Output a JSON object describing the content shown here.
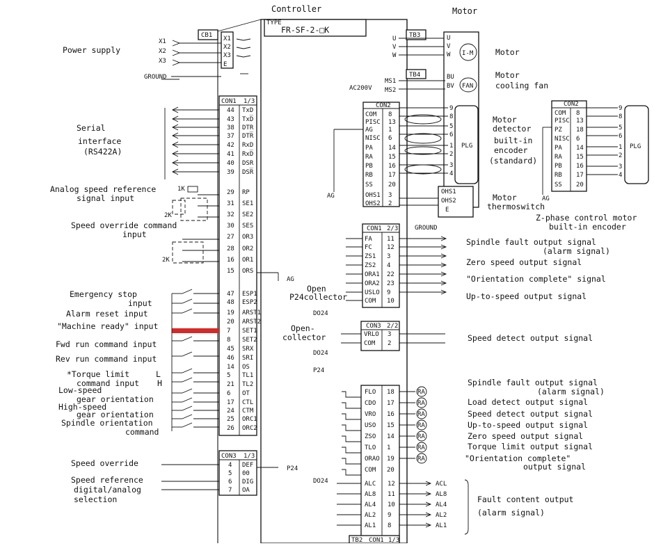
{
  "headers": {
    "controller": "Controller",
    "motor": "Motor"
  },
  "type_plate": {
    "type": "TYPE",
    "model": "FR-SF-2-□K"
  },
  "power": {
    "label": "Power supply",
    "ground": "GROUND",
    "cb1": "CB1",
    "terminals": [
      "X1",
      "X2",
      "X3"
    ],
    "outputs": [
      "X1",
      "X2",
      "X3",
      "E"
    ]
  },
  "motor_side": {
    "tb3": "TB3",
    "tb4": "TB4",
    "uvw": [
      "U",
      "V",
      "W"
    ],
    "motor_label": "Motor",
    "motor_symbol": "I-M",
    "ms": [
      "MS1",
      "MS2"
    ],
    "bu_bv": [
      "BU",
      "BV"
    ],
    "fan_symbol": "FAN",
    "ac200v": "AC200V",
    "fan_label_1": "Motor",
    "fan_label_2": "cooling fan"
  },
  "con1": {
    "title": "CON1",
    "page": "1/3",
    "rows": [
      {
        "num": "44",
        "sig": "TxD"
      },
      {
        "num": "43",
        "sig": "TxD̅"
      },
      {
        "num": "38",
        "sig": "DTR"
      },
      {
        "num": "37",
        "sig": "DTR̅"
      },
      {
        "num": "42",
        "sig": "RxD"
      },
      {
        "num": "41",
        "sig": "RxD̅"
      },
      {
        "num": "40",
        "sig": "DSR"
      },
      {
        "num": "39",
        "sig": "DSR̅"
      },
      {
        "num": "29",
        "sig": "RP"
      },
      {
        "num": "31",
        "sig": "SE1"
      },
      {
        "num": "32",
        "sig": "SE2"
      },
      {
        "num": "30",
        "sig": "SES"
      },
      {
        "num": "27",
        "sig": "OR3"
      },
      {
        "num": "28",
        "sig": "OR2"
      },
      {
        "num": "16",
        "sig": "OR1"
      },
      {
        "num": "15",
        "sig": "ORS"
      },
      {
        "num": "47",
        "sig": "ESP1"
      },
      {
        "num": "48",
        "sig": "ESP2"
      },
      {
        "num": "19",
        "sig": "ARST1"
      },
      {
        "num": "20",
        "sig": "ARST2"
      },
      {
        "num": "7",
        "sig": "SET1"
      },
      {
        "num": "8",
        "sig": "SET2"
      },
      {
        "num": "45",
        "sig": "SRX"
      },
      {
        "num": "46",
        "sig": "SRI"
      },
      {
        "num": "14",
        "sig": "OS"
      },
      {
        "num": "5",
        "sig": "TL1"
      },
      {
        "num": "21",
        "sig": "TL2"
      },
      {
        "num": "6",
        "sig": "OT"
      },
      {
        "num": "17",
        "sig": "CTL"
      },
      {
        "num": "24",
        "sig": "CTM"
      },
      {
        "num": "25",
        "sig": "ORC1"
      },
      {
        "num": "26",
        "sig": "ORC2"
      }
    ]
  },
  "con3_left": {
    "title": "CON3",
    "page": "1/3",
    "rows": [
      {
        "num": "4",
        "sig": "DEF"
      },
      {
        "num": "5",
        "sig": "00"
      },
      {
        "num": "6",
        "sig": "DIG"
      },
      {
        "num": "7",
        "sig": "OA"
      }
    ],
    "p24": "P24"
  },
  "left_labels": {
    "serial_1": "Serial",
    "serial_2": "interface",
    "serial_3": "(RS422A)",
    "analog_1": "Analog speed reference",
    "analog_2": "signal input",
    "pot_1k": "1K",
    "pot_2k": "2K",
    "override_1": "Speed override command",
    "override_2": "input",
    "pot_2k_b": "2K",
    "ag": "AG",
    "estop_1": "Emergency stop",
    "estop_2": "input",
    "alarm_reset": "Alarm reset input",
    "machine_ready": "\"Machine ready\" input",
    "fwd_run": "Fwd run command input",
    "rev_run": "Rev run command input",
    "torque_1": "*Torque limit",
    "torque_l": "L",
    "torque_2": "command input",
    "torque_h": "H",
    "lowspeed_1": "Low-speed",
    "lowspeed_2": "gear orientation",
    "highspeed_1": "High-speed",
    "highspeed_2": "gear orientation",
    "spindle_1": "Spindle orientation",
    "spindle_2": "command",
    "spd_override": "Speed override",
    "spd_ref_1": "Speed reference",
    "spd_ref_2": "digital/analog",
    "spd_ref_3": "selection"
  },
  "con2": {
    "title": "CON2",
    "rows": [
      {
        "sig": "COM",
        "num": "8"
      },
      {
        "sig": "PISC",
        "num": "13"
      },
      {
        "sig": "AG",
        "num": "1"
      },
      {
        "sig": "NISC",
        "num": "6"
      },
      {
        "sig": "PA",
        "num": "14"
      },
      {
        "sig": "RA",
        "num": "15"
      },
      {
        "sig": "PB",
        "num": "16"
      },
      {
        "sig": "RB",
        "num": "17"
      },
      {
        "sig": "SS",
        "num": "20"
      },
      {
        "sig": "OHS1",
        "num": "3"
      },
      {
        "sig": "OHS2",
        "num": "2"
      }
    ],
    "plg": "PLG",
    "plg_pins": [
      "9",
      "8",
      "5",
      "6",
      "1",
      "2",
      "3",
      "4"
    ],
    "ag": "AG",
    "ohs": [
      "OHS1",
      "OHS2",
      "E"
    ],
    "ground": "GROUND"
  },
  "motor_detector": {
    "l1": "Motor",
    "l2": "detector",
    "l3": "built-in",
    "l4": "encoder",
    "l5": "(standard)",
    "thermo_1": "Motor",
    "thermo_2": "thermoswitch"
  },
  "con2_right": {
    "title": "CON2",
    "rows": [
      {
        "sig": "COM",
        "num": "8"
      },
      {
        "sig": "PISC",
        "num": "13"
      },
      {
        "sig": "PZ",
        "num": "18"
      },
      {
        "sig": "NISC",
        "num": "6"
      },
      {
        "sig": "PA",
        "num": "14"
      },
      {
        "sig": "RA",
        "num": "15"
      },
      {
        "sig": "PB",
        "num": "16"
      },
      {
        "sig": "RB",
        "num": "17"
      },
      {
        "sig": "SS",
        "num": "20"
      }
    ],
    "plg": "PLG",
    "plg_pins": [
      "9",
      "8",
      "5",
      "6",
      "1",
      "2",
      "3",
      "4"
    ],
    "ag": "AG",
    "caption_1": "Z-phase control motor",
    "caption_2": "built-in encoder"
  },
  "con1_23": {
    "title": "CON1",
    "page": "2/3",
    "rows": [
      {
        "sig": "FA",
        "num": "11"
      },
      {
        "sig": "FC",
        "num": "12"
      },
      {
        "sig": "ZS1",
        "num": "3"
      },
      {
        "sig": "ZS2",
        "num": "4"
      },
      {
        "sig": "ORA1",
        "num": "22"
      },
      {
        "sig": "ORA2",
        "num": "23"
      },
      {
        "sig": "USLO",
        "num": "9"
      },
      {
        "sig": "COM",
        "num": "10"
      }
    ],
    "open_collector_1": "Open",
    "open_collector_2": "P24collector",
    "do24": "DO24",
    "signals": [
      "Spindle fault output signal",
      "(alarm signal)",
      "Zero speed output signal",
      "\"Orientation complete\" signal",
      "Up-to-speed output signal"
    ]
  },
  "con3_22": {
    "title": "CON3",
    "page": "2/2",
    "rows": [
      {
        "sig": "VRLO",
        "num": "3"
      },
      {
        "sig": "COM",
        "num": "2"
      }
    ],
    "open_1": "Open-",
    "open_2": "collector",
    "do24": "DO24",
    "signal": "Speed detect output signal"
  },
  "relay_block": {
    "p24": "P24",
    "do24": "DO24",
    "rows": [
      {
        "sig": "FLO",
        "num": "18"
      },
      {
        "sig": "CDO",
        "num": "17"
      },
      {
        "sig": "VRO",
        "num": "16"
      },
      {
        "sig": "USO",
        "num": "15"
      },
      {
        "sig": "ZSO",
        "num": "14"
      },
      {
        "sig": "TLO",
        "num": "1"
      },
      {
        "sig": "ORAO",
        "num": "19"
      },
      {
        "sig": "COM",
        "num": "20"
      }
    ],
    "relay": "RA",
    "alarm_rows": [
      {
        "sig": "ALC",
        "num": "12",
        "out": "ACL"
      },
      {
        "sig": "AL8",
        "num": "11",
        "out": "AL8"
      },
      {
        "sig": "AL4",
        "num": "10",
        "out": "AL4"
      },
      {
        "sig": "AL2",
        "num": "9",
        "out": "AL2"
      },
      {
        "sig": "AL1",
        "num": "8",
        "out": "AL1"
      }
    ],
    "signals": [
      "Spindle fault output signal",
      "(alarm signal)",
      "Load detect output signal",
      "Speed detect output signal",
      "Up-to-speed output signal",
      "Zero speed output signal",
      "Torque limit output signal",
      "\"Orientation complete\"",
      "output signal"
    ],
    "fault_1": "Fault content output",
    "fault_2": "(alarm signal)"
  },
  "bottom": {
    "tb2": "TB2",
    "con1": "CON1",
    "page": "1/3"
  },
  "colors": {
    "highlight": "#d42a2a",
    "ink": "#111111"
  }
}
